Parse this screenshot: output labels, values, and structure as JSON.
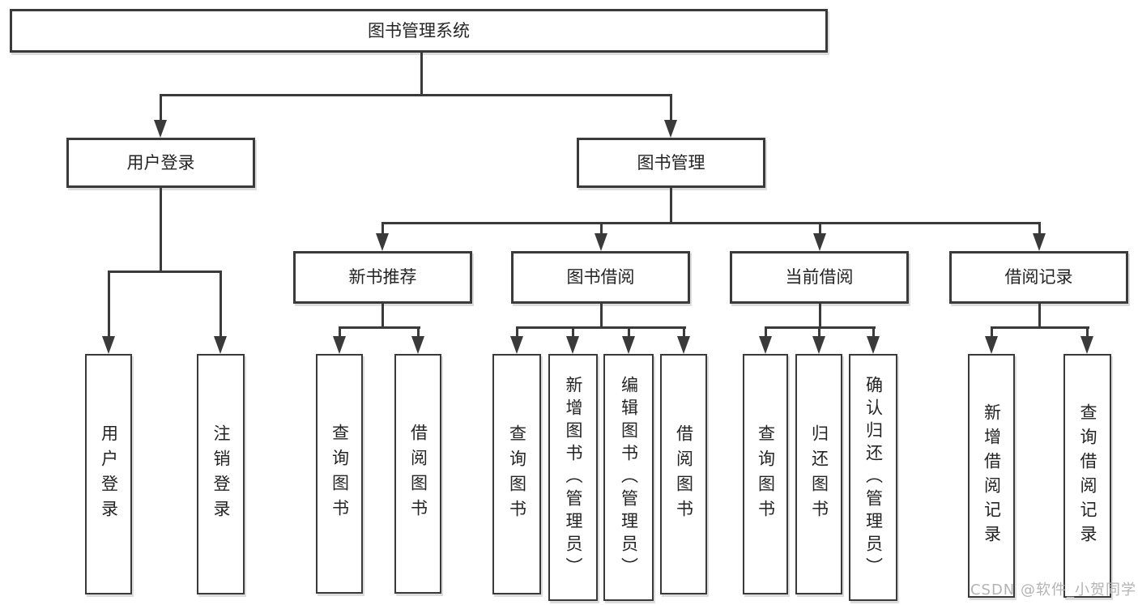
{
  "diagram": {
    "type": "hierarchy",
    "root": "图书管理系统",
    "level2": {
      "user_login": "用户登录",
      "book_mgmt": "图书管理"
    },
    "level3": {
      "new_book_rec": "新书推荐",
      "book_borrow": "图书借阅",
      "current_borrow": "当前借阅",
      "borrow_records": "借阅记录"
    },
    "leaves": {
      "user_login": "用户登录",
      "logout": "注销登录",
      "query_books_new": "查询图书",
      "borrow_books_new": "借阅图书",
      "query_books_borrow": "查询图书",
      "add_book_admin": "新增图书（管理员）",
      "edit_book_admin": "编辑图书（管理员）",
      "borrow_books_borrow": "借阅图书",
      "query_books_current": "查询图书",
      "return_books": "归还图书",
      "confirm_return_admin": "确认归还（管理员）",
      "add_borrow_record": "新增借阅记录",
      "query_borrow_record": "查询借阅记录"
    }
  },
  "watermark": {
    "text": "CSDN @软件_小贺同学"
  },
  "colors": {
    "line": "#3a3a3a",
    "text": "#242424",
    "background": "#ffffff",
    "watermark": "#b3b3b3"
  }
}
